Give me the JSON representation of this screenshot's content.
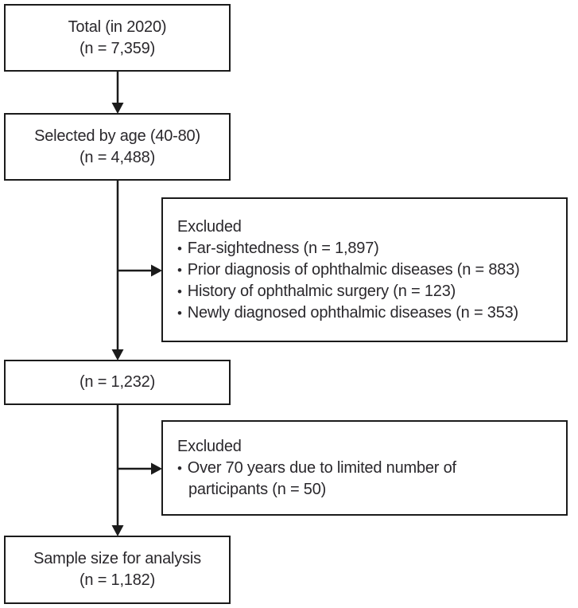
{
  "colors": {
    "line": "#1b1b1b",
    "text": "#2a282c",
    "background": "#ffffff"
  },
  "flowchart": {
    "bullet": "•",
    "total": {
      "line1": "Total (in 2020)",
      "line2": "(n = 7,359)"
    },
    "selected": {
      "line1": "Selected by age (40-80)",
      "line2": "(n = 4,488)"
    },
    "excluded1": {
      "title": "Excluded",
      "items": [
        "Far-sightedness (n = 1,897)",
        "Prior diagnosis of ophthalmic diseases (n = 883)",
        "History of ophthalmic surgery (n = 123)",
        "Newly diagnosed ophthalmic diseases (n = 353)"
      ]
    },
    "intermediate": {
      "line1": "(n = 1,232)"
    },
    "excluded2": {
      "title": "Excluded",
      "item_line1": "Over 70 years due to limited number of",
      "item_line2": "participants (n = 50)"
    },
    "sample": {
      "line1": "Sample size for analysis",
      "line2": "(n = 1,182)"
    }
  }
}
